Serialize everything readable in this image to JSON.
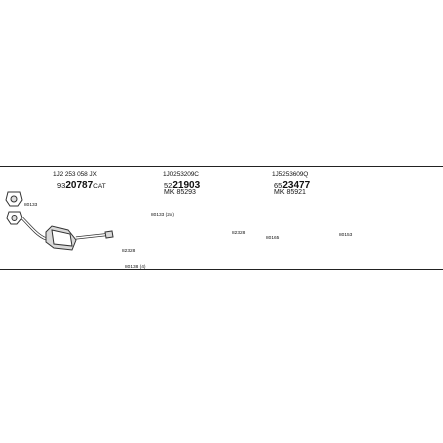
{
  "sections": [
    {
      "part_number": "1J2 253 058 JX",
      "ref_prefix": "93",
      "ref_main": "20787",
      "ref_suffix": "CAT",
      "mk": ""
    },
    {
      "part_number": "1J0253209C",
      "ref_prefix": "52",
      "ref_main": "21903",
      "ref_suffix": "",
      "mk": "MK 85293"
    },
    {
      "part_number": "1J5253609Q",
      "ref_prefix": "65",
      "ref_main": "23477",
      "ref_suffix": "",
      "mk": "MK 85921"
    }
  ],
  "part_labels": {
    "gasket": "80133",
    "clamp_top": "80133 (2x)",
    "clamp_front": "82328",
    "mount_front": "80138 (4)",
    "clamp_rear": "82328",
    "mount_rear": "80165",
    "mount_end": "80153"
  },
  "colors": {
    "line": "#222222",
    "part_fill": "#ffffff",
    "part_shade": "#d9d9d9",
    "part_stroke": "#333333"
  }
}
